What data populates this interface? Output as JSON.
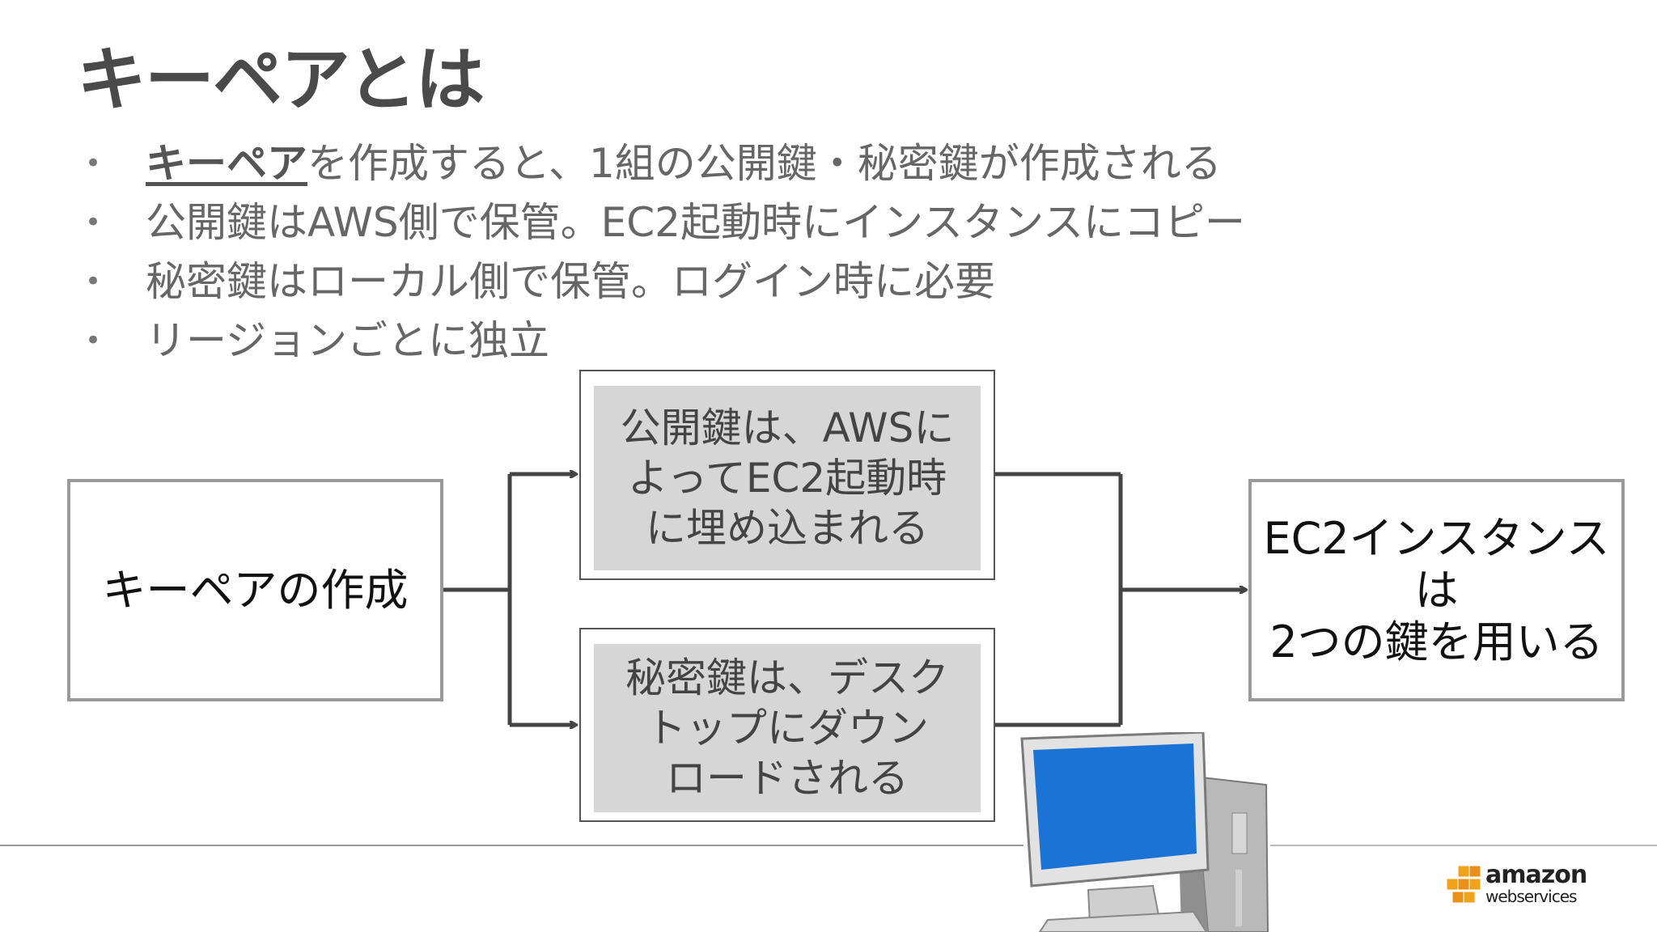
{
  "slide": {
    "title": "キーペアとは"
  },
  "bullets": [
    {
      "marker": "•",
      "keyword": "キーペア",
      "text": "を作成すると、1組の公開鍵・秘密鍵が作成される"
    },
    {
      "marker": "•",
      "keyword": "",
      "text": "公開鍵はAWS側で保管。EC2起動時にインスタンスにコピー"
    },
    {
      "marker": "•",
      "keyword": "",
      "text": "秘密鍵はローカル側で保管。ログイン時に必要"
    },
    {
      "marker": "•",
      "keyword": "",
      "text": "リージョンごとに独立"
    }
  ],
  "diagram": {
    "create_box": "キーペアの作成",
    "public_key_box": "公開鍵は、AWSに\nよってEC2起動時\nに埋め込まれる",
    "private_key_box": "秘密鍵は、デスク\nトップにダウン\nロードされる",
    "result_box": "EC2インスタンスは\n2つの鍵を用いる"
  },
  "logo": {
    "word1": "amazon",
    "word2": "webservices",
    "color": "#f0a21b"
  },
  "colors": {
    "title": "#4a4a4a",
    "bullet_text": "#666666",
    "box_border": "#9a9a9a",
    "inner_fill": "#d6d6d6",
    "connector": "#444444",
    "screen": "#1b73d6"
  }
}
